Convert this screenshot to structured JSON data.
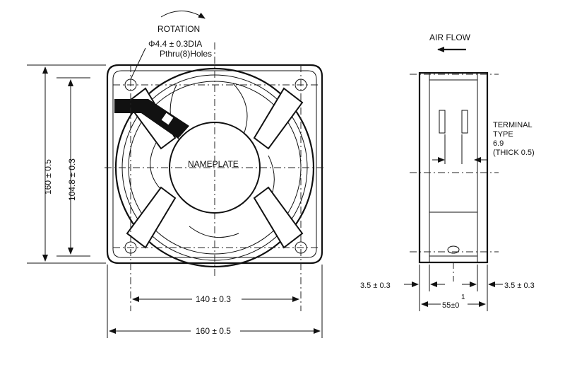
{
  "front_view": {
    "rotation_label": "ROTATION",
    "hole_spec_line1": "Φ4.4 ± 0.3DIA",
    "hole_spec_line2": "Pthru(8)Holes",
    "nameplate_label": "NAMEPLATE",
    "dim_height_outer": "160 ± 0.5",
    "dim_height_inner": "104.8 ± 0.3",
    "dim_hole_pitch": "140 ± 0.3",
    "dim_width_outer": "160 ± 0.5"
  },
  "side_view": {
    "airflow_label": "AIR FLOW",
    "terminal_line1": "TERMINAL",
    "terminal_line2": "TYPE",
    "terminal_line3": "6.9",
    "terminal_line4": "(THICK 0.5)",
    "dim_left_flange": "3.5 ± 0.3",
    "dim_right_flange": "3.5 ± 0.3",
    "dim_depth": "55±0",
    "dim_depth_tol_upper": "1"
  }
}
